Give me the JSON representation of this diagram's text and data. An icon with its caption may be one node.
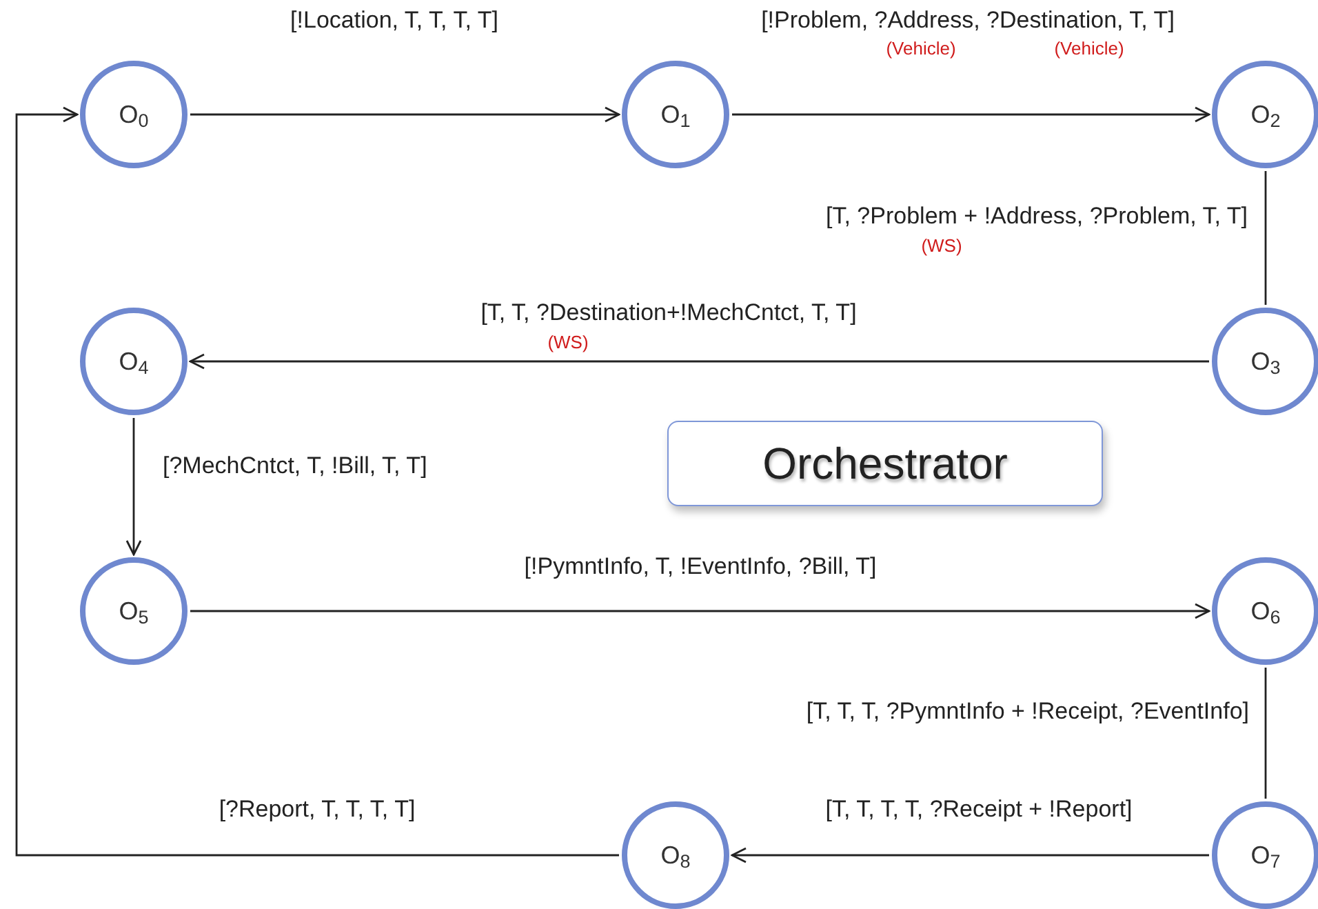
{
  "diagram": {
    "nodes": [
      {
        "text": [
          "O$_{0}$"
        ]
      },
      {
        "text": [
          "O$_{1}$"
        ]
      },
      {
        "text": [
          "O$_{2}$"
        ]
      },
      {
        "text": [
          "O$_{3}$"
        ]
      },
      {
        "text": [
          "O$_{4}$"
        ]
      },
      {
        "text": [
          "O$_{5}$"
        ]
      },
      {
        "text": [
          "O$_{6}$"
        ]
      },
      {
        "text": [
          "O$_{7}$"
        ]
      },
      {
        "text": [
          "O$_{8}$"
        ]
      },
      {
        "text": [
          "Orchestrator"
        ]
      }
    ],
    "edges": [
      {
        "from": 0,
        "to": 1,
        "arrow": "to",
        "label": "[!Location, T, T, T, T]"
      },
      {
        "from": 1,
        "to": 2,
        "arrow": "to",
        "label": "[!Problem, ?Address, ?Destination, T, T]"
      },
      {
        "from": 2,
        "to": 3,
        "arrow": "none",
        "label": "[T, ?Problem + !Address, ?Problem, T, T]"
      },
      {
        "from": 3,
        "to": 4,
        "arrow": "to",
        "label": "[T, T, ?Destination+!MechCntct, T, T]"
      },
      {
        "from": 4,
        "to": 5,
        "arrow": "to",
        "label": "[?MechCntct, T, !Bill, T, T]"
      },
      {
        "from": 5,
        "to": 6,
        "arrow": "to",
        "label": "[!PymntInfo, T, !EventInfo, ?Bill, T]"
      },
      {
        "from": 6,
        "to": 7,
        "arrow": "none",
        "label": "[T, T, T, ?PymntInfo + !Receipt, ?EventInfo]"
      },
      {
        "from": 7,
        "to": 8,
        "arrow": "to",
        "label": "[T, T, T, T, ?Receipt + !Report]"
      },
      {
        "from": 8,
        "to": 0,
        "arrow": "to",
        "label": "[?Report, T, T, T, T]"
      }
    ],
    "labels": [
      "(Vehicle)",
      "(Vehicle)",
      "(WS)",
      "(WS)"
    ]
  }
}
